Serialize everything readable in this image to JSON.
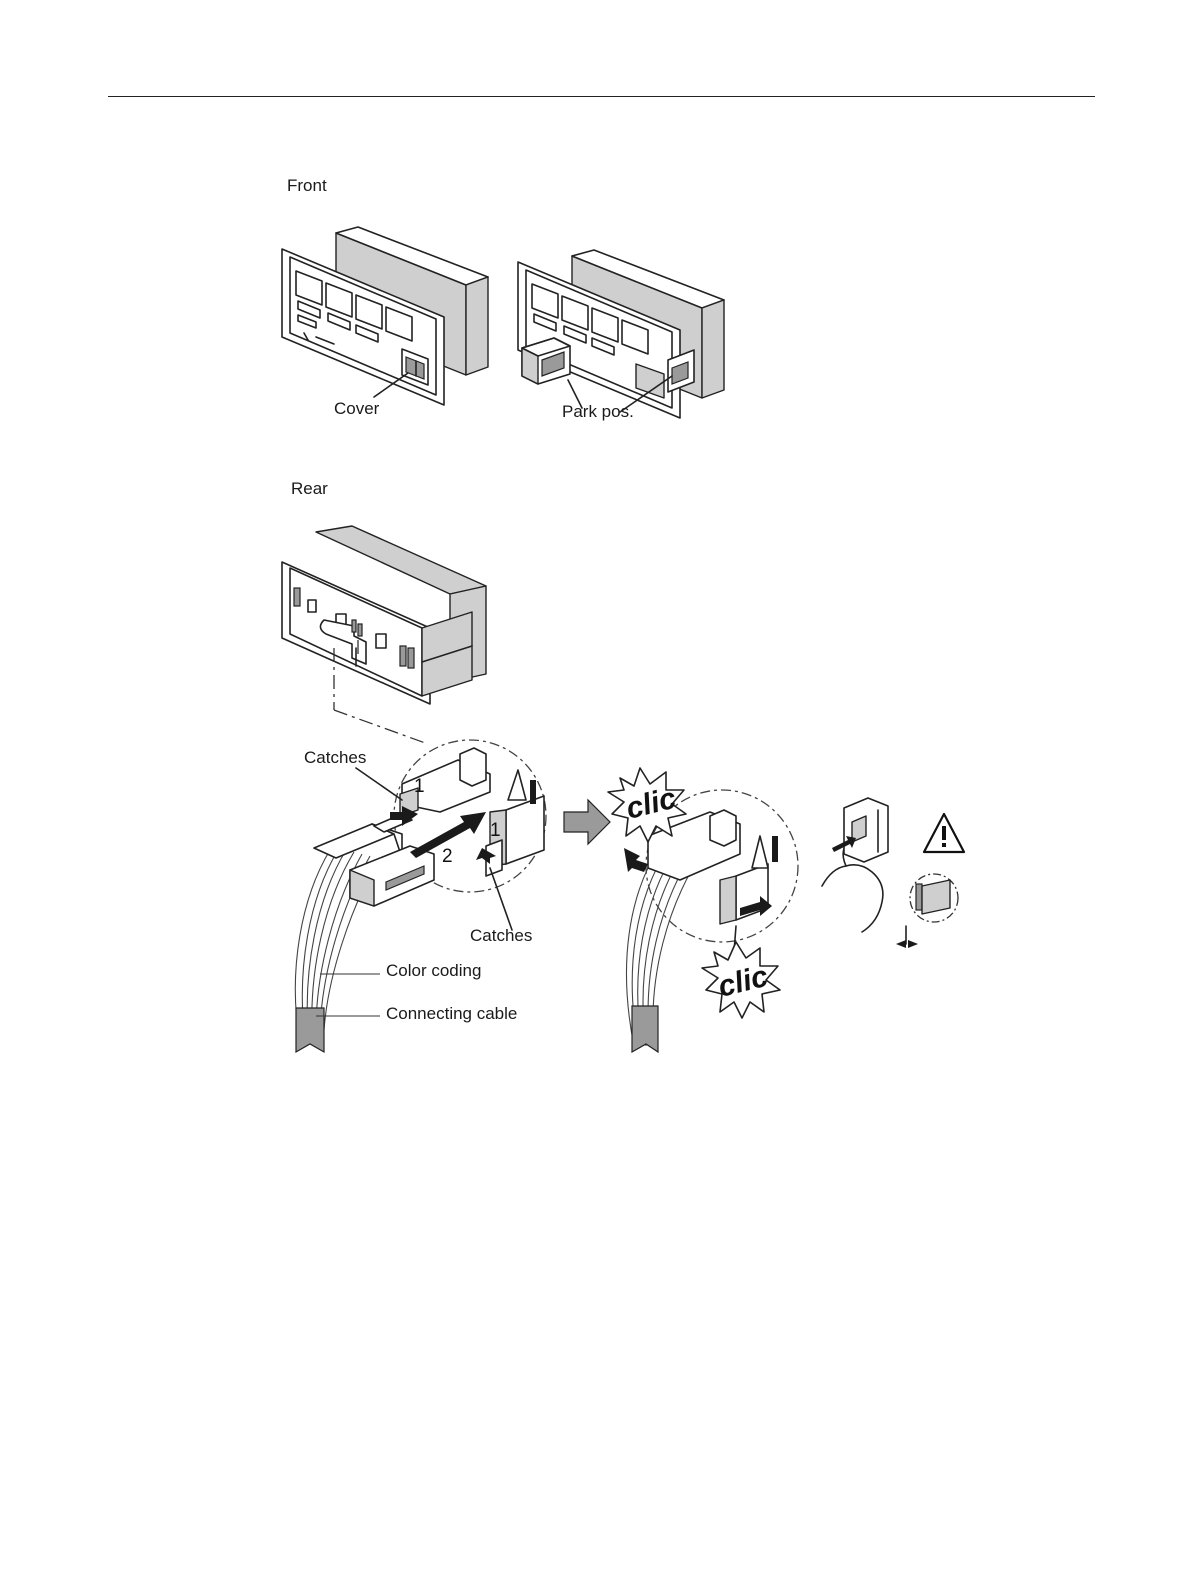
{
  "sections": {
    "front_title": "Front",
    "rear_title": "Rear"
  },
  "front": {
    "cover_label": "Cover",
    "park_label": "Park pos."
  },
  "rear": {
    "catches_top": "Catches",
    "catches_bottom": "Catches",
    "step_one_a": "1",
    "step_one_b": "1",
    "step_two": "2",
    "color_coding": "Color coding",
    "connecting_cable": "Connecting cable",
    "clic_top": "clic",
    "clic_bottom": "clic",
    "warning_icon": "warning-triangle-icon"
  }
}
